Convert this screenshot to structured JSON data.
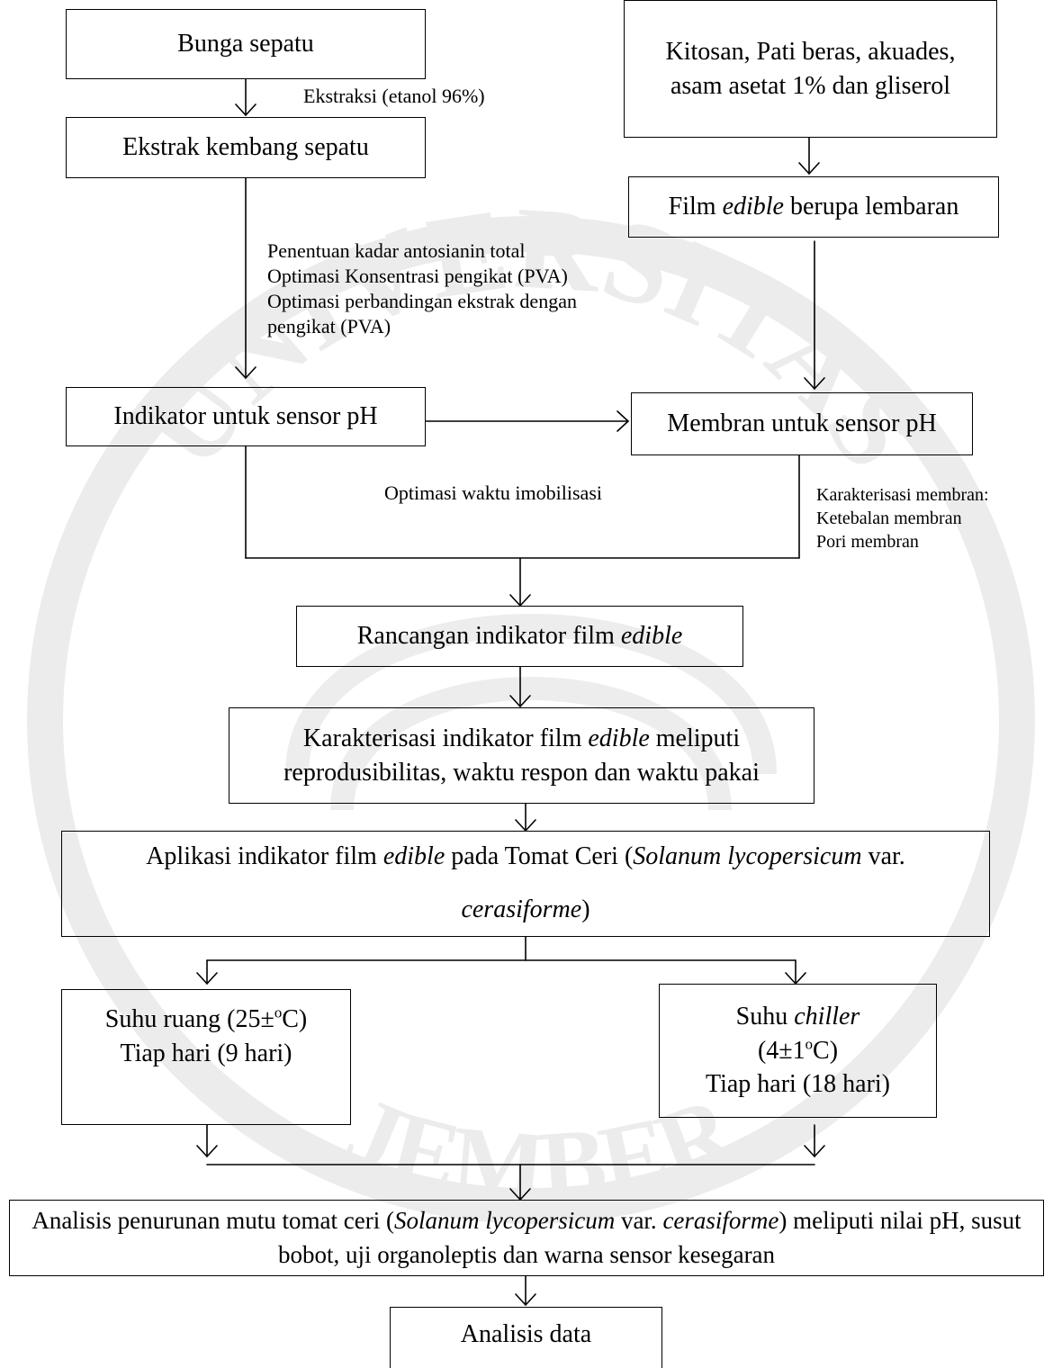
{
  "watermark": {
    "arc_text": "UNIVERSITAS",
    "center_text": "JEMBER",
    "color": "#e7e7e7"
  },
  "boxes": {
    "bunga": "Bunga sepatu",
    "ekstrak": "Ekstrak kembang sepatu",
    "bahan": "Kitosan, Pati beras, akuades, asam asetat 1% dan gliserol",
    "film_pre": "Film ",
    "film_em": "edible",
    "film_post": " berupa lembaran",
    "indikator": "Indikator untuk sensor pH",
    "membran": "Membran untuk sensor pH",
    "rancangan_pre": "Rancangan indikator film ",
    "rancangan_em": "edible",
    "karak_pre": "Karakterisasi indikator film ",
    "karak_em": "edible",
    "karak_post": " meliputi reprodusibilitas, waktu respon dan waktu pakai",
    "aplikasi_pre": "Aplikasi indikator film ",
    "aplikasi_em1": "edible",
    "aplikasi_mid": " pada Tomat Ceri (",
    "aplikasi_em2": "Solanum lycopersicum",
    "aplikasi_mid2": " var. ",
    "aplikasi_em3": "cerasiforme",
    "aplikasi_post": ")",
    "ruang_l1_pre": "Suhu ruang (25±",
    "ruang_l1_sup": "o",
    "ruang_l1_post": "C)",
    "ruang_l2": "Tiap hari (9 hari)",
    "chiller_l1_pre": "Suhu ",
    "chiller_l1_em": "chiller",
    "chiller_l2_pre": "(4±1",
    "chiller_l2_sup": "o",
    "chiller_l2_post": "C)",
    "chiller_l3": "Tiap hari (18 hari)",
    "analisis_pre": "Analisis penurunan mutu tomat ceri (",
    "analisis_em1": "Solanum lycopersicum",
    "analisis_mid": " var. ",
    "analisis_em2": "cerasiforme",
    "analisis_post": ") meliputi nilai pH, susut bobot, uji organoleptis dan warna sensor kesegaran",
    "data": "Analisis data"
  },
  "notes": {
    "ekstraksi": "Ekstraksi (etanol 96%)",
    "penentuan": [
      "Penentuan kadar antosianin total",
      "Optimasi Konsentrasi pengikat (PVA)",
      "Optimasi perbandingan ekstrak dengan",
      "pengikat (PVA)"
    ],
    "waktu": "Optimasi waktu imobilisasi",
    "karakterisasi_membran": [
      "Karakterisasi membran:",
      "Ketebalan membran",
      "Pori membran"
    ]
  }
}
